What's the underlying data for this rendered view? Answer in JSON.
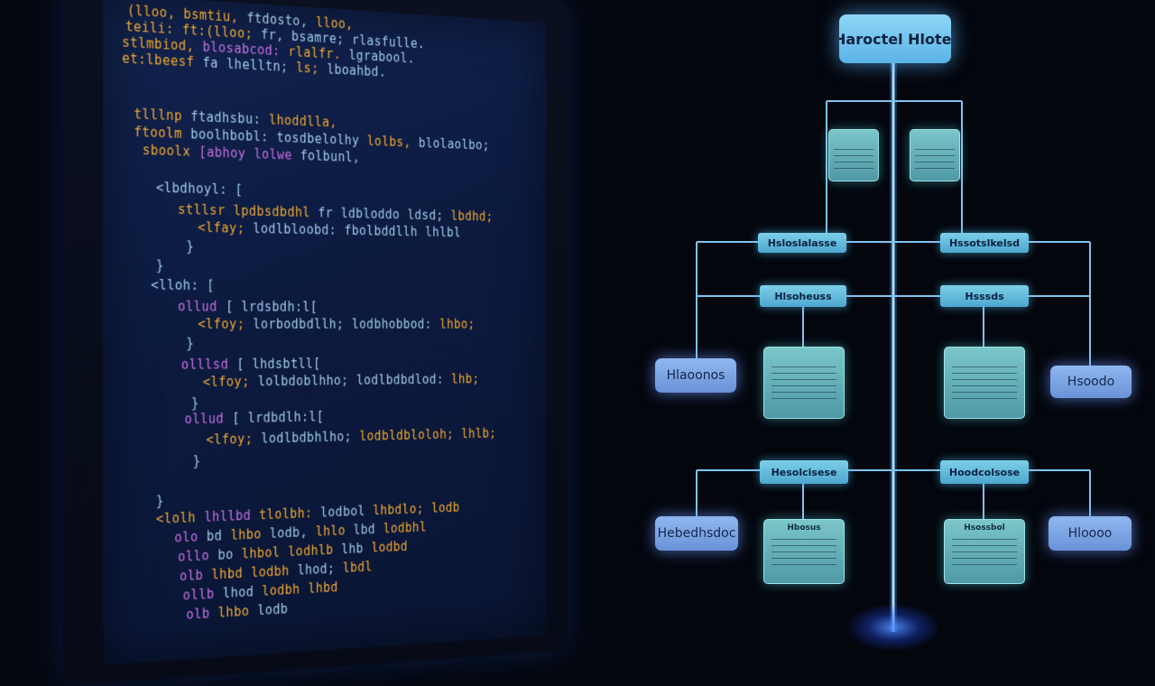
{
  "code_panel": {
    "lines": [
      {
        "tokens": [
          {
            "t": "(lloo, bsmtiu,",
            "c": "#f0a830"
          },
          {
            "t": "ftdosto,",
            "c": "#9fcbe8"
          },
          {
            "t": "lloo,",
            "c": "#f0a830"
          }
        ]
      },
      {
        "tokens": [
          {
            "t": "teili:",
            "c": "#f0a830"
          },
          {
            "t": "ft:(lloo;",
            "c": "#f0a830"
          },
          {
            "t": "fr, bsamre;",
            "c": "#9fcbe8"
          },
          {
            "t": "rlasfulle.",
            "c": "#9fcbe8"
          }
        ]
      },
      {
        "tokens": [
          {
            "t": "stlmbiod,",
            "c": "#f0a830"
          },
          {
            "t": "blosabcod:",
            "c": "#c66fe0"
          },
          {
            "t": "rlalfr.",
            "c": "#f0a830"
          },
          {
            "t": "lgrabool.",
            "c": "#9fcbe8"
          }
        ]
      },
      {
        "tokens": [
          {
            "t": "et:lbeesf",
            "c": "#f0a830"
          },
          {
            "t": "fa",
            "c": "#9fcbe8"
          },
          {
            "t": "lhelltn;",
            "c": "#9fcbe8"
          },
          {
            "t": "ls;",
            "c": "#f0a830"
          },
          {
            "t": "lboahbd.",
            "c": "#9fcbe8"
          }
        ]
      },
      {
        "tokens": [
          {
            "t": "tlllnp",
            "c": "#f0a830"
          },
          {
            "t": "ftadhsbu:",
            "c": "#9fcbe8"
          },
          {
            "t": "lhoddlla,",
            "c": "#f0a830"
          }
        ]
      },
      {
        "tokens": [
          {
            "t": "ftoolm",
            "c": "#f0a830"
          },
          {
            "t": "boolhbobl:",
            "c": "#9fcbe8"
          },
          {
            "t": "tosdbelolhy",
            "c": "#9fcbe8"
          },
          {
            "t": "lolbs,",
            "c": "#f0a830"
          },
          {
            "t": "blolaolbo;",
            "c": "#9fcbe8"
          }
        ]
      },
      {
        "tokens": [
          {
            "t": "sboolx",
            "c": "#f0a830"
          },
          {
            "t": "[abhoy",
            "c": "#c66fe0"
          },
          {
            "t": "lolwe",
            "c": "#c66fe0"
          },
          {
            "t": "folbunl,",
            "c": "#9fcbe8"
          }
        ]
      },
      {
        "tokens": [
          {
            "t": "<lbdhoyl: [",
            "c": "#9fcbe8"
          }
        ]
      },
      {
        "tokens": [
          {
            "t": "stllsr",
            "c": "#f0a830"
          },
          {
            "t": "lpdbsdbdhl",
            "c": "#f0a830"
          },
          {
            "t": "fr",
            "c": "#9fcbe8"
          },
          {
            "t": "ldbloddo",
            "c": "#9fcbe8"
          },
          {
            "t": "ldsd;",
            "c": "#9fcbe8"
          },
          {
            "t": "lbdhd;",
            "c": "#f0a830"
          }
        ]
      },
      {
        "tokens": [
          {
            "t": "<lfay;",
            "c": "#f0a830"
          },
          {
            "t": "lodlbloobd:",
            "c": "#9fcbe8"
          },
          {
            "t": "fbolbddllh",
            "c": "#9fcbe8"
          },
          {
            "t": "lhlbl",
            "c": "#9fcbe8"
          }
        ]
      },
      {
        "tokens": [
          {
            "t": "}",
            "c": "#9fcbe8"
          }
        ]
      },
      {
        "tokens": [
          {
            "t": "}",
            "c": "#9fcbe8"
          }
        ]
      },
      {
        "tokens": [
          {
            "t": "<lloh: [",
            "c": "#9fcbe8"
          }
        ]
      },
      {
        "tokens": [
          {
            "t": "ollud",
            "c": "#c66fe0"
          },
          {
            "t": "[ lrdsbdh:l[",
            "c": "#9fcbe8"
          }
        ]
      },
      {
        "tokens": [
          {
            "t": "<lfoy;",
            "c": "#f0a830"
          },
          {
            "t": "lorbodbdllh;",
            "c": "#9fcbe8"
          },
          {
            "t": "lodbhobbod:",
            "c": "#9fcbe8"
          },
          {
            "t": "lhbo;",
            "c": "#f0a830"
          }
        ]
      },
      {
        "tokens": [
          {
            "t": "}",
            "c": "#9fcbe8"
          }
        ]
      },
      {
        "tokens": [
          {
            "t": "olllsd",
            "c": "#c66fe0"
          },
          {
            "t": "[ lhdsbtll[",
            "c": "#9fcbe8"
          }
        ]
      },
      {
        "tokens": [
          {
            "t": "<lfoy;",
            "c": "#f0a830"
          },
          {
            "t": "lolbdoblhho;",
            "c": "#9fcbe8"
          },
          {
            "t": "lodlbdbdlod:",
            "c": "#9fcbe8"
          },
          {
            "t": "lhb;",
            "c": "#f0a830"
          }
        ]
      },
      {
        "tokens": [
          {
            "t": "}",
            "c": "#9fcbe8"
          }
        ]
      },
      {
        "tokens": [
          {
            "t": "ollud",
            "c": "#c66fe0"
          },
          {
            "t": "[ lrdbdlh:l[",
            "c": "#9fcbe8"
          }
        ]
      },
      {
        "tokens": [
          {
            "t": "<lfoy;",
            "c": "#f0a830"
          },
          {
            "t": "lodlbdbhlho;",
            "c": "#9fcbe8"
          },
          {
            "t": "lodbldbloloh;",
            "c": "#f0a830"
          },
          {
            "t": "lhlb;",
            "c": "#f0a830"
          }
        ]
      },
      {
        "tokens": [
          {
            "t": "}",
            "c": "#9fcbe8"
          }
        ]
      },
      {
        "tokens": [
          {
            "t": "}",
            "c": "#9fcbe8"
          }
        ]
      },
      {
        "tokens": [
          {
            "t": "<lolh",
            "c": "#f0a830"
          },
          {
            "t": "lhllbd",
            "c": "#c66fe0"
          },
          {
            "t": "tlolbh:",
            "c": "#f0a830"
          },
          {
            "t": "lodbol",
            "c": "#9fcbe8"
          },
          {
            "t": "lhbdlo;",
            "c": "#f0a830"
          },
          {
            "t": "lodb",
            "c": "#f0a830"
          }
        ]
      },
      {
        "tokens": [
          {
            "t": "olo",
            "c": "#c66fe0"
          },
          {
            "t": "bd",
            "c": "#9fcbe8"
          },
          {
            "t": "lhbo",
            "c": "#f0a830"
          },
          {
            "t": "lodb,",
            "c": "#9fcbe8"
          },
          {
            "t": "lhlo",
            "c": "#f0a830"
          },
          {
            "t": "lbd",
            "c": "#9fcbe8"
          },
          {
            "t": "lodbhl",
            "c": "#f0a830"
          }
        ]
      },
      {
        "tokens": [
          {
            "t": "ollo",
            "c": "#c66fe0"
          },
          {
            "t": "bo",
            "c": "#9fcbe8"
          },
          {
            "t": "lhbol",
            "c": "#f0a830"
          },
          {
            "t": "lodhlb",
            "c": "#f0a830"
          },
          {
            "t": "lhb",
            "c": "#9fcbe8"
          },
          {
            "t": "lodbd",
            "c": "#f0a830"
          }
        ]
      },
      {
        "tokens": [
          {
            "t": "olb",
            "c": "#c66fe0"
          },
          {
            "t": "lhbd",
            "c": "#f0a830"
          },
          {
            "t": "lodbh",
            "c": "#f0a830"
          },
          {
            "t": "lhod;",
            "c": "#9fcbe8"
          },
          {
            "t": "lbdl",
            "c": "#f0a830"
          }
        ]
      },
      {
        "tokens": [
          {
            "t": "ollb",
            "c": "#c66fe0"
          },
          {
            "t": "lhod",
            "c": "#9fcbe8"
          },
          {
            "t": "lodbh",
            "c": "#f0a830"
          },
          {
            "t": "lhbd",
            "c": "#f0a830"
          }
        ]
      },
      {
        "tokens": [
          {
            "t": "olb",
            "c": "#c66fe0"
          },
          {
            "t": "lhbo",
            "c": "#f0a830"
          },
          {
            "t": "lodb",
            "c": "#9fcbe8"
          }
        ]
      }
    ]
  },
  "diagram": {
    "root": "Haroctel Hlotel",
    "upper_cards": [
      {
        "title": ""
      },
      {
        "title": ""
      }
    ],
    "tier1": [
      "Hsloslalasse",
      "Hssotslkelsd"
    ],
    "tier2": [
      "Hlsoheuss",
      "Hsssds"
    ],
    "side_upper": [
      "Hlaoonos",
      "Hsoodo"
    ],
    "mid_cards": [
      {
        "title": ""
      },
      {
        "title": ""
      }
    ],
    "tier3": [
      "Hesolcisese",
      "Hoodcolsose"
    ],
    "side_lower": [
      "Hebedhsdoc",
      "Hloooo"
    ],
    "lower_cards": [
      {
        "title": "Hbosus"
      },
      {
        "title": "Hsossbol"
      }
    ],
    "colors": {
      "line": "#7fc3f0",
      "trunk": "#a8dcff",
      "root_fill": "#7fcaf2",
      "card_fill": "#5fb0b8",
      "side_fill": "#7aa4e4"
    }
  }
}
